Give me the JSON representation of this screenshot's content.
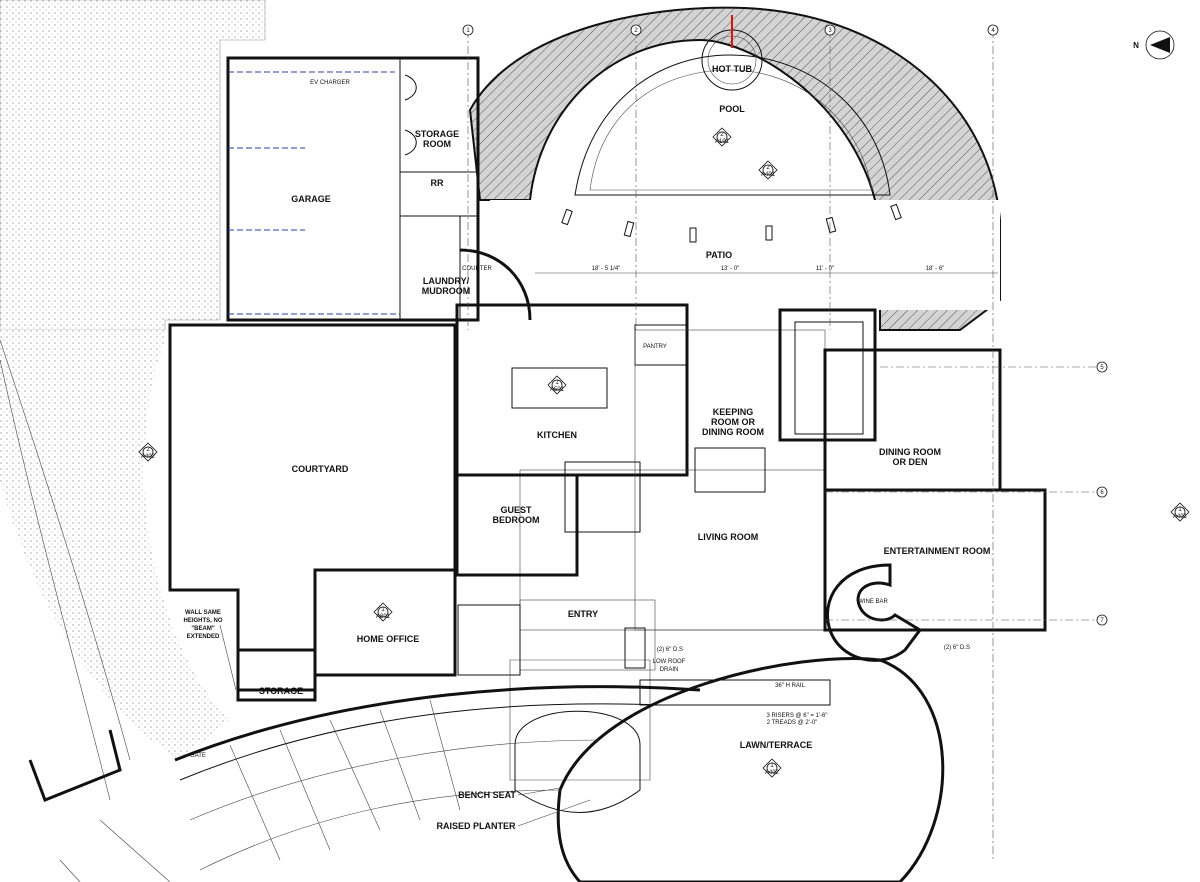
{
  "rooms": {
    "garage": "GARAGE",
    "storage_room_1": "STORAGE",
    "storage_room_2": "ROOM",
    "rr": "RR",
    "laundry_1": "LAUNDRY/",
    "laundry_2": "MUDROOM",
    "hot_tub": "HOT TUB",
    "pool": "POOL",
    "patio": "PATIO",
    "kitchen": "KITCHEN",
    "pantry": "PANTRY",
    "keeping_1": "KEEPING",
    "keeping_2": "ROOM OR",
    "keeping_3": "DINING ROOM",
    "dining_1": "DINING ROOM",
    "dining_2": "OR DEN",
    "entertainment": "ENTERTAINMENT ROOM",
    "courtyard": "COURTYARD",
    "guest_1": "GUEST",
    "guest_2": "BEDROOM",
    "living": "LIVING ROOM",
    "entry": "ENTRY",
    "home_office": "HOME OFFICE",
    "storage_small": "STORAGE",
    "lawn": "LAWN/TERRACE",
    "wine_bar": "WINE BAR"
  },
  "notes": {
    "ev_charger": "EV CHARGER",
    "counter": "COUNTER",
    "wall_note_1": "WALL SAME",
    "wall_note_2": "HEIGHTS, NO",
    "wall_note_3": "\"BEAM\"",
    "wall_note_4": "EXTENDED",
    "gate": "GATE",
    "bench_seat": "BENCH SEAT",
    "raised_planter": "RAISED PLANTER",
    "ds_1": "(2) 6\" D.S",
    "ds_2": "(2) 6\" D.S",
    "low_roof_1": "LOW ROOF",
    "low_roof_2": "DRAIN",
    "rail": "36\" H RAIL",
    "risers": "3 RISERS @ 6\" = 1'-6\"",
    "treads": "2 TREADS @ 2'-0\""
  },
  "dimensions": {
    "d1": "18' - 5 1/4\"",
    "d2": "13' - 0\"",
    "d3": "11' - 0\"",
    "d4": "18' - 6\""
  },
  "grid_labels": {
    "g1": "1",
    "g2": "2",
    "g3": "3",
    "g4": "4",
    "g5": "5",
    "g6": "6",
    "g7": "7"
  },
  "section_tags": [
    {
      "num": "2",
      "sheet": "A101"
    },
    {
      "num": "2",
      "sheet": "A401"
    },
    {
      "num": "2",
      "sheet": "A402"
    },
    {
      "num": "1",
      "sheet": "A401"
    },
    {
      "num": "1",
      "sheet": "A402"
    },
    {
      "num": "1",
      "sheet": "A501"
    },
    {
      "num": "1",
      "sheet": "A801"
    }
  ],
  "north_label": "N"
}
